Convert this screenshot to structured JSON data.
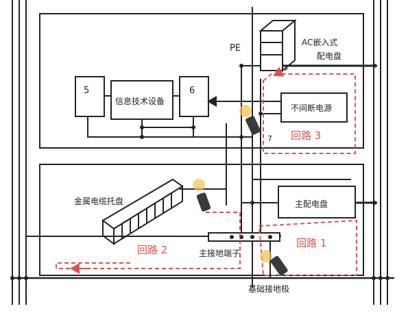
{
  "labels": {
    "pe": "PE",
    "ac_panel_line1": "AC嵌入式",
    "ac_panel_line2": "配电盘",
    "box5": "5",
    "info_equipment": "信息技术设备",
    "box6": "6",
    "ups": "不间断电源",
    "num7": "7",
    "loop3": "回路 3",
    "cable_tray": "金属电缆托盘",
    "main_panel": "主配电盘",
    "loop2": "回路 2",
    "main_terminal": "主接地端子",
    "loop1": "回路 1",
    "foundation_electrode": "基础接地极"
  },
  "colors": {
    "line": "#222222",
    "loop_dash": "#d9534f",
    "clamp_body": "#3a3a3a",
    "clamp_glow": "#f2c14e"
  }
}
